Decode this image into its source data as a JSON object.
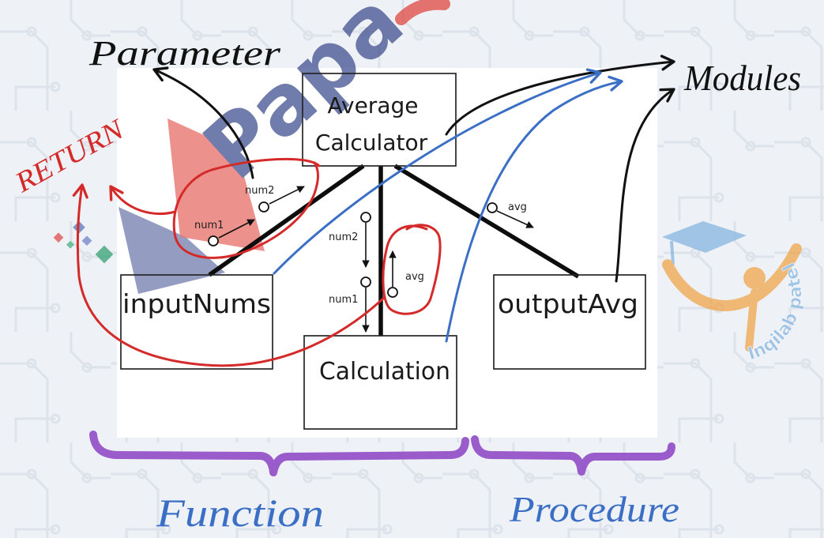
{
  "diagram": {
    "modules": {
      "root": {
        "line1": "Average",
        "line2": "Calculator"
      },
      "input": "inputNums",
      "calculation": "Calculation",
      "output": "outputAvg"
    },
    "parameters": {
      "input_num1": "num1",
      "input_num2": "num2",
      "calc_num2": "num2",
      "calc_num1": "num1",
      "calc_avg": "avg",
      "output_avg": "avg"
    }
  },
  "annotations": {
    "parameter": "Parameter",
    "modules": "Modules",
    "return": "RETURN",
    "function": "Function",
    "procedure": "Procedure"
  },
  "watermarks": {
    "brand": "Papa",
    "logo": "Inqilab patel"
  },
  "colors": {
    "handwriting_black": "#111111",
    "handwriting_blue": "#3b6fc6",
    "handwriting_red": "#d42a2a",
    "brace_purple": "#9a5bcb",
    "watermark_blue": "#3a4a8c",
    "watermark_red": "#e0413a"
  }
}
